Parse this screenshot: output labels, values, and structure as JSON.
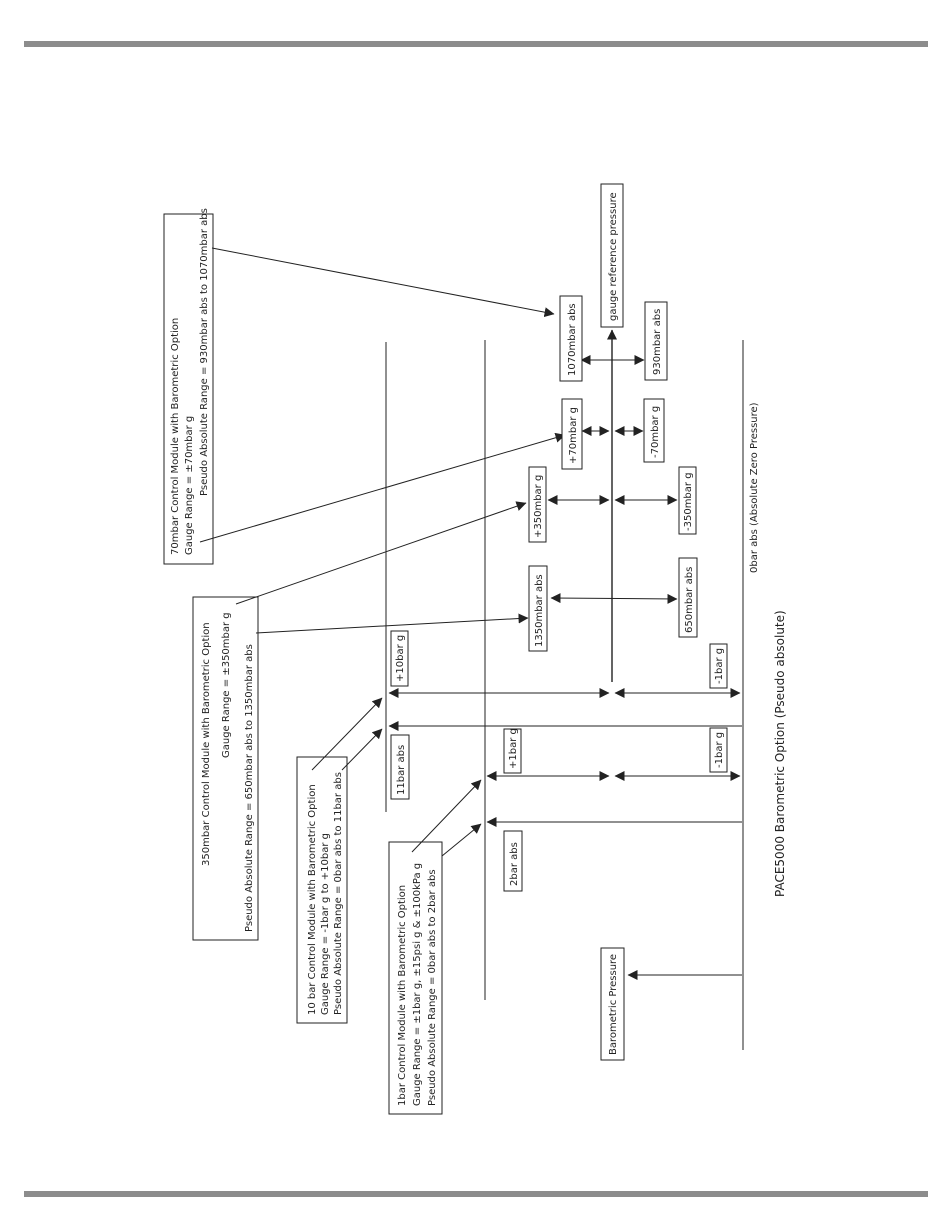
{
  "modules": {
    "m70": {
      "title": "70mbar Control Module with Barometric Option",
      "gauge": "Gauge Range = ±70mbar g",
      "abs": "Pseudo Absolute Range = 930mbar abs to 1070mbar abs"
    },
    "m350": {
      "title": "350mbar Control Module with Barometric Option",
      "gauge": "Gauge Range = ±350mbar g",
      "abs": "Pseudo Absolute Range = 650mbar abs to 1350mbar abs"
    },
    "m10": {
      "title": "10 bar Control Module with Barometric Option",
      "gauge": "Gauge Range = -1bar g to +10bar g",
      "abs": "Pseudo Absolute Range = 0bar abs to 11bar abs"
    },
    "m1": {
      "title": "1bar Control Module with Barometric Option",
      "gauge": "Gauge Range = ±1bar g, ±15psi g & ±100kPa g",
      "abs": "Pseudo Absolute Range = 0bar abs to 2bar abs"
    }
  },
  "labels": {
    "gauge_ref": "gauge reference pressure",
    "l1070": "1070mbar abs",
    "l930": "930mbar abs",
    "p70": "+70mbar g",
    "n70": "-70mbar g",
    "p350": "+350mbar g",
    "n350": "-350mbar g",
    "l1350": "1350mbar abs",
    "l650": "650mbar abs",
    "p10bar": "+10bar g",
    "n1bar_a": "-1bar g",
    "l11bar": "11bar abs",
    "p1bar": "+1bar g",
    "n1bar_b": "-1bar g",
    "l2bar": "2bar abs",
    "baro": "Barometric Pressure",
    "zero": "0bar abs (Absolute Zero Pressure)"
  },
  "caption": "PACE5000 Barometric Option  (Pseudo absolute)"
}
